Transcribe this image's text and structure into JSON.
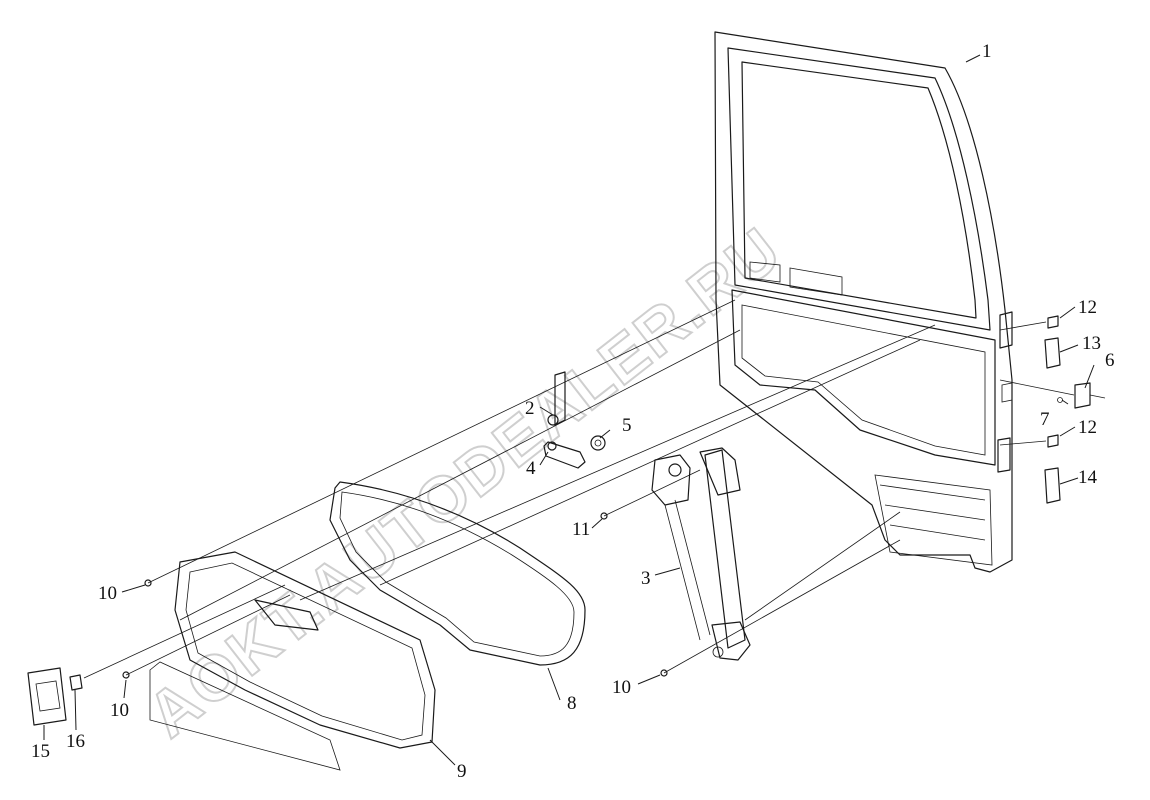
{
  "watermark": "AOKT.AUTODEALER.RU",
  "callouts": [
    {
      "id": "c1",
      "label": "1"
    },
    {
      "id": "c2",
      "label": "2"
    },
    {
      "id": "c3",
      "label": "3"
    },
    {
      "id": "c4",
      "label": "4"
    },
    {
      "id": "c5",
      "label": "5"
    },
    {
      "id": "c6",
      "label": "6"
    },
    {
      "id": "c7",
      "label": "7"
    },
    {
      "id": "c8",
      "label": "8"
    },
    {
      "id": "c9",
      "label": "9"
    },
    {
      "id": "c10a",
      "label": "10"
    },
    {
      "id": "c10b",
      "label": "10"
    },
    {
      "id": "c10c",
      "label": "10"
    },
    {
      "id": "c11",
      "label": "11"
    },
    {
      "id": "c12a",
      "label": "12"
    },
    {
      "id": "c12b",
      "label": "12"
    },
    {
      "id": "c13",
      "label": "13"
    },
    {
      "id": "c14",
      "label": "14"
    },
    {
      "id": "c15",
      "label": "15"
    },
    {
      "id": "c16",
      "label": "16"
    }
  ],
  "colors": {
    "line": "#1a1a1a",
    "watermark": "#cfcfcf",
    "background": "#ffffff"
  }
}
